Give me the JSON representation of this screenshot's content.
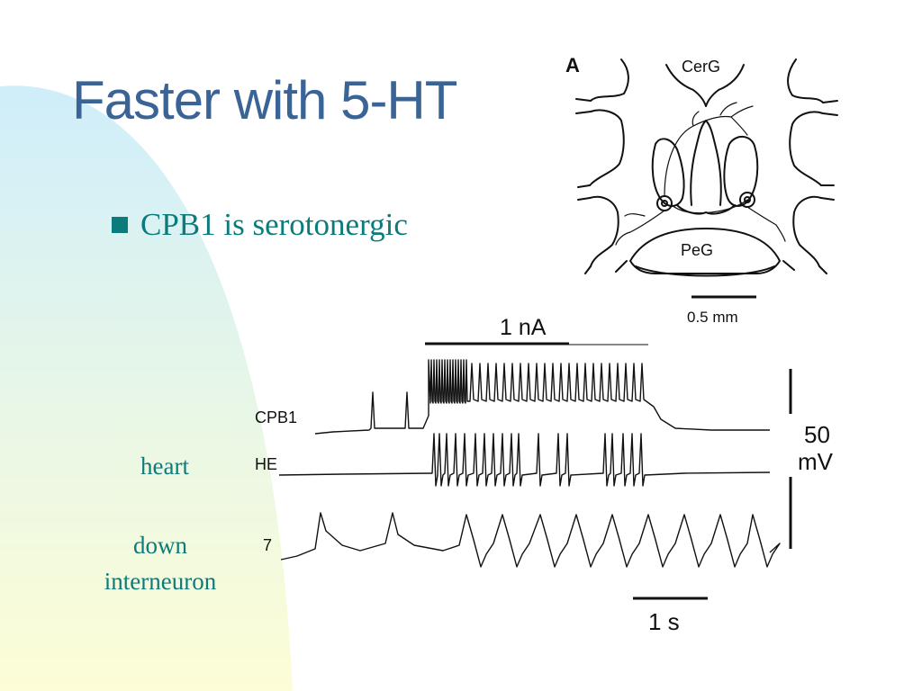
{
  "slide": {
    "title": "Faster with 5-HT",
    "bullet": "CPB1 is serotonergic",
    "trace_labels": {
      "heart": "heart",
      "down_line1": "down",
      "down_line2": "interneuron"
    }
  },
  "colors": {
    "title": "#3b6496",
    "teal": "#0c7b7b",
    "bg_blue": "#cfeefb",
    "bg_yellow": "#fdfdd6"
  },
  "figure": {
    "panel_letter": "A",
    "label_cerg": "CerG",
    "label_peg": "PeG",
    "scale_mm": "0.5 mm",
    "stimulus_label": "1 nA",
    "trace_cpb1": "CPB1",
    "trace_he": "HE",
    "trace_7": "7",
    "voltage_value": "50",
    "voltage_unit": "mV",
    "time_scale": "1 s"
  }
}
